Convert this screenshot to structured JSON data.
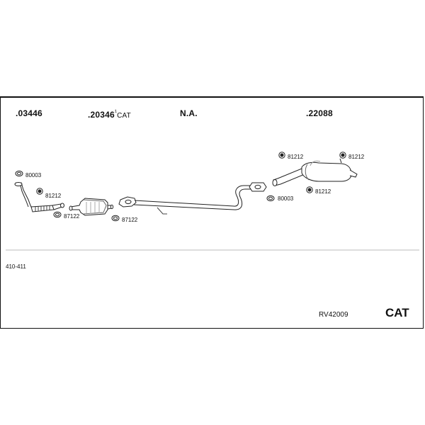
{
  "groups": [
    {
      "number": ".03446",
      "suffix": ""
    },
    {
      "number": ".20346",
      "sup": "¹",
      "suffix": "CAT"
    },
    {
      "number": "N.A.",
      "suffix": ""
    },
    {
      "number": ".22088",
      "suffix": ""
    }
  ],
  "parts": {
    "gasket_80003_left": "80003",
    "clamp_81212_left": "81212",
    "gasket_87122_a": "87122",
    "gasket_87122_b": "87122",
    "hanger_81212_top_left": "81212",
    "hanger_81212_top_right": "81212",
    "hanger_81212_bottom": "81212",
    "gasket_80003_right": "80003"
  },
  "footer": {
    "range": "410-411",
    "code": "RV42009",
    "cat": "CAT"
  }
}
